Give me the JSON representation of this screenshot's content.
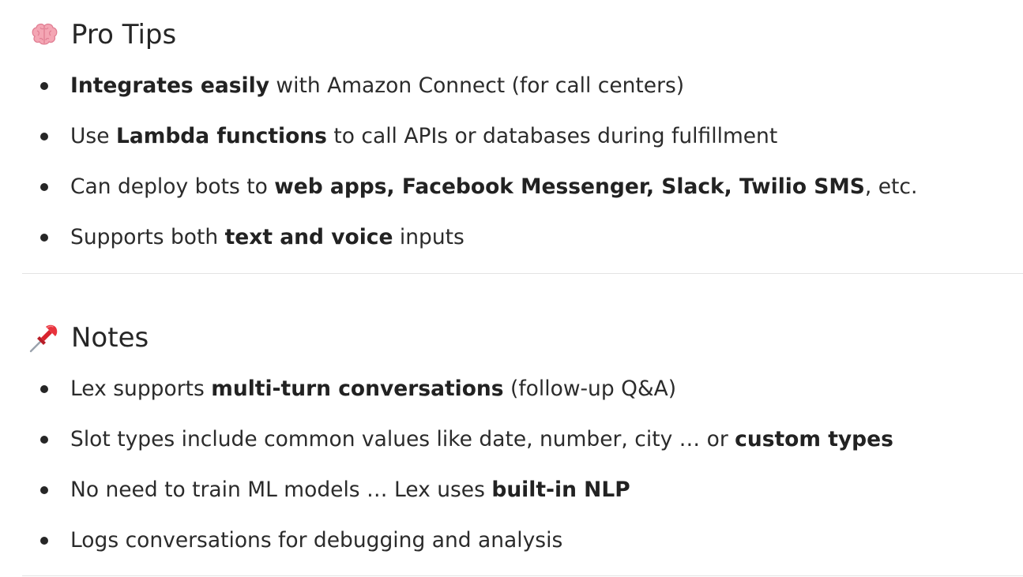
{
  "sections": [
    {
      "icon": "brain-icon",
      "title": "Pro Tips",
      "items": [
        {
          "segments": [
            {
              "bold": true,
              "text": "Integrates easily"
            },
            {
              "bold": false,
              "text": " with Amazon Connect (for call centers)"
            }
          ]
        },
        {
          "segments": [
            {
              "bold": false,
              "text": "Use "
            },
            {
              "bold": true,
              "text": "Lambda functions"
            },
            {
              "bold": false,
              "text": " to call APIs or databases during fulfillment"
            }
          ]
        },
        {
          "segments": [
            {
              "bold": false,
              "text": "Can deploy bots to "
            },
            {
              "bold": true,
              "text": "web apps, Facebook Messenger, Slack, Twilio SMS"
            },
            {
              "bold": false,
              "text": ", etc."
            }
          ]
        },
        {
          "segments": [
            {
              "bold": false,
              "text": "Supports both "
            },
            {
              "bold": true,
              "text": "text and voice"
            },
            {
              "bold": false,
              "text": " inputs"
            }
          ]
        }
      ]
    },
    {
      "icon": "pushpin-icon",
      "title": "Notes",
      "items": [
        {
          "segments": [
            {
              "bold": false,
              "text": "Lex supports "
            },
            {
              "bold": true,
              "text": "multi-turn conversations"
            },
            {
              "bold": false,
              "text": " (follow-up Q&A)"
            }
          ]
        },
        {
          "segments": [
            {
              "bold": false,
              "text": "Slot types include common values like date, number, city … or "
            },
            {
              "bold": true,
              "text": "custom types"
            }
          ]
        },
        {
          "segments": [
            {
              "bold": false,
              "text": "No need to train ML models … Lex uses "
            },
            {
              "bold": true,
              "text": "built-in NLP"
            }
          ]
        },
        {
          "segments": [
            {
              "bold": false,
              "text": "Logs conversations for debugging and analysis"
            }
          ]
        }
      ]
    }
  ],
  "colors": {
    "text": "#2b2b2b",
    "heading": "#262626",
    "divider": "#e3e3e3",
    "brain": "#f4a6b4",
    "pin": "#d9232e"
  }
}
